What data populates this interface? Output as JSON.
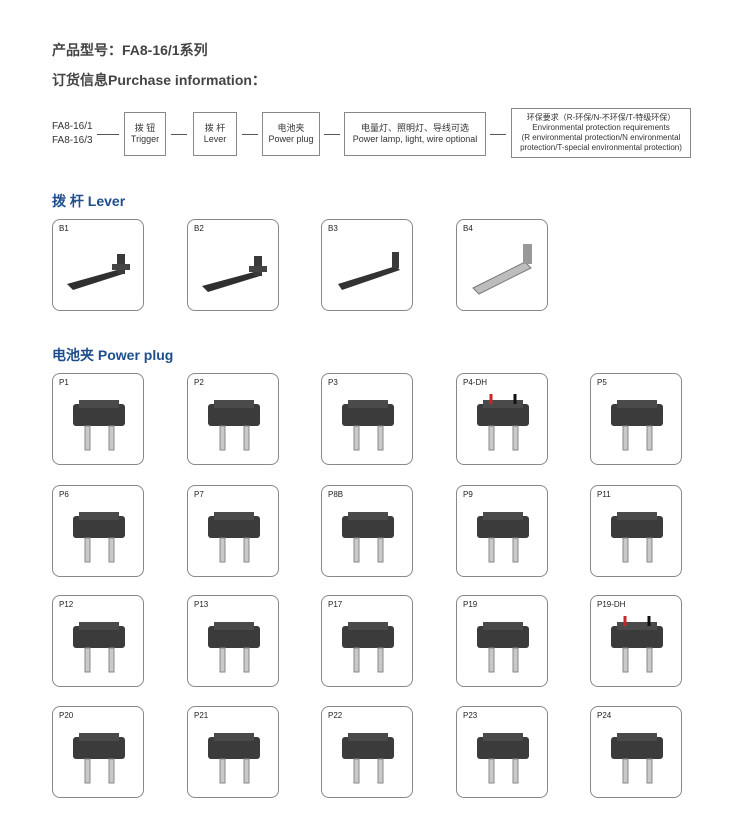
{
  "header": {
    "model_line": "产品型号：FA8-16/1系列",
    "purchase_line": "订货信息Purchase information："
  },
  "order_code": {
    "models": [
      "FA8-16/1",
      "FA8-16/3"
    ],
    "boxes": [
      {
        "lines": [
          "拨 钮",
          "Trigger"
        ]
      },
      {
        "lines": [
          "拨 杆",
          "Lever"
        ]
      },
      {
        "lines": [
          "电池夹",
          "Power plug"
        ]
      },
      {
        "lines": [
          "电量灯、照明灯、导线可选",
          "Power lamp, light, wire optional"
        ]
      },
      {
        "lines": [
          "环保要求（R-环保/N-不环保/T-特级环保）",
          "Environmental protection requirements",
          "(R environmental protection/N environmental",
          "protection/T-special environmental protection)"
        ]
      }
    ]
  },
  "lever_section": {
    "title": "拨 杆 Lever",
    "items": [
      {
        "code": "B1",
        "icon": "lever-b1-icon"
      },
      {
        "code": "B2",
        "icon": "lever-b2-icon"
      },
      {
        "code": "B3",
        "icon": "lever-b3-icon"
      },
      {
        "code": "B4",
        "icon": "lever-b4-icon"
      }
    ]
  },
  "plug_section": {
    "title": "电池夹 Power plug",
    "items": [
      {
        "code": "P1"
      },
      {
        "code": "P2"
      },
      {
        "code": "P3"
      },
      {
        "code": "P4-DH"
      },
      {
        "code": "P5"
      },
      {
        "code": "P6"
      },
      {
        "code": "P7"
      },
      {
        "code": "P8B"
      },
      {
        "code": "P9"
      },
      {
        "code": "P11"
      },
      {
        "code": "P12"
      },
      {
        "code": "P13"
      },
      {
        "code": "P17"
      },
      {
        "code": "P19"
      },
      {
        "code": "P19-DH"
      },
      {
        "code": "P20"
      },
      {
        "code": "P21"
      },
      {
        "code": "P22"
      },
      {
        "code": "P23"
      },
      {
        "code": "P24"
      }
    ]
  }
}
